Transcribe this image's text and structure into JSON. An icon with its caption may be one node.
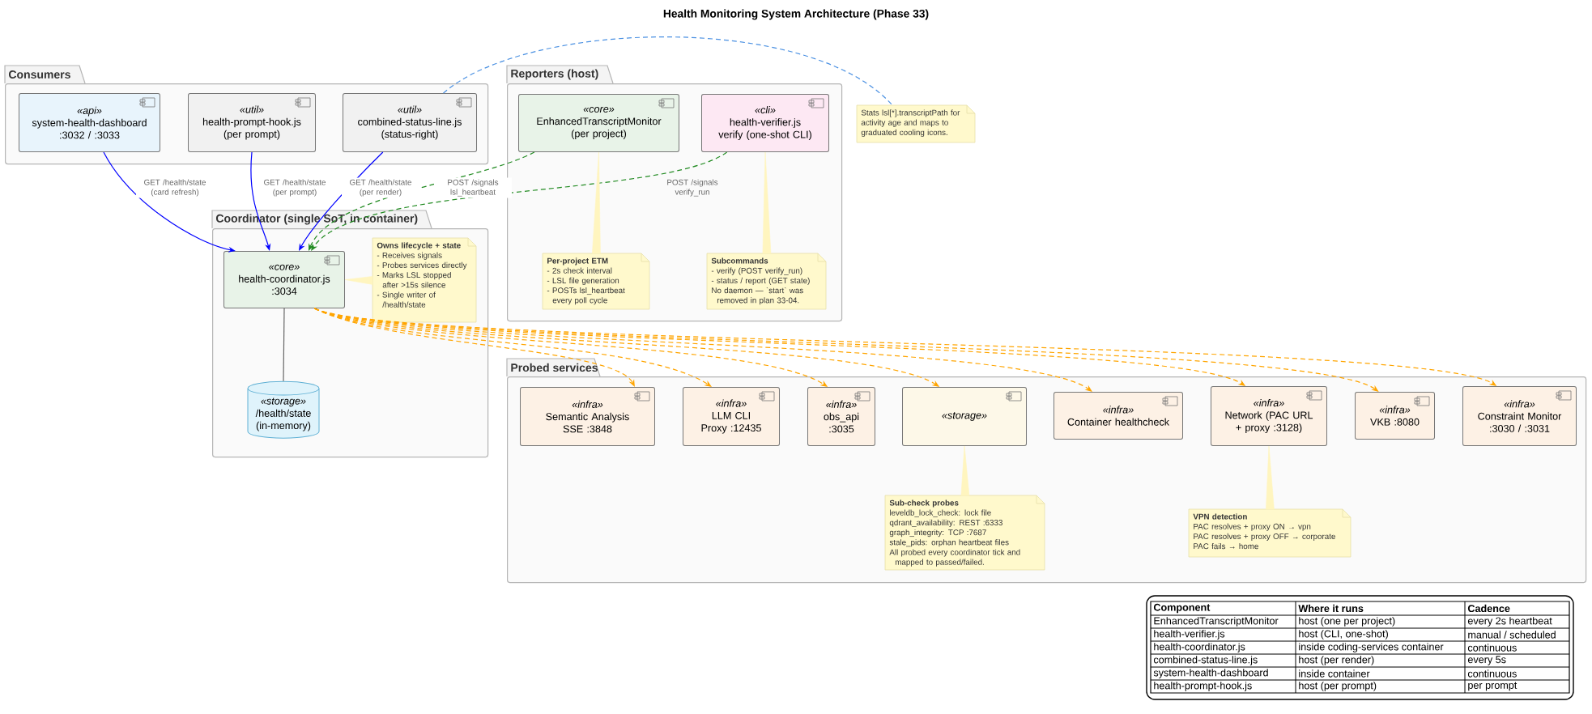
{
  "diagram": {
    "title": "Health Monitoring System Architecture (Phase 33)",
    "nodes": [
      {
        "text": [
          "Consumers"
        ]
      },
      {
        "text": [
          "«api»",
          "system-health-dashboard :3032 / :3033"
        ],
        "in": 0
      },
      {
        "text": [
          "«util»",
          "health-prompt-hook.js (per prompt)"
        ],
        "in": 0
      },
      {
        "text": [
          "«util»",
          "combined-status-line.js (status-right)"
        ],
        "in": 0
      },
      {
        "text": [
          "Reporters (host)"
        ]
      },
      {
        "text": [
          "«core»",
          "EnhancedTranscriptMonitor (per project)"
        ],
        "in": 4
      },
      {
        "text": [
          "«cli»",
          "health-verifier.js verify (one-shot CLI)"
        ],
        "in": 4
      },
      {
        "text": [
          "Per-project ETM",
          "- 2s check interval",
          "- LSL file generation",
          "- POSTs lsl_heartbeat every poll cycle"
        ],
        "in": 4
      },
      {
        "text": [
          "Subcommands",
          "- verify (POST verify_run)",
          "- status / report (GET state)",
          "No daemon — `start` was removed in plan 33-04."
        ],
        "in": 4
      },
      {
        "text": [
          "Stats lsl[*].transcriptPath for activity age and maps to graduated cooling icons."
        ]
      },
      {
        "text": [
          "Coordinator (single SoT, in container)"
        ]
      },
      {
        "text": [
          "«core»",
          "health-coordinator.js :3034"
        ],
        "in": 10
      },
      {
        "text": [
          "Owns lifecycle + state",
          "- Receives signals",
          "- Probes services directly",
          "- Marks LSL stopped after >15s silence",
          "- Single writer of /health/state"
        ],
        "in": 10
      },
      {
        "text": [
          "«storage»",
          "/health/state (in-memory)"
        ],
        "in": 10
      },
      {
        "text": [
          "Probed services"
        ]
      },
      {
        "text": [
          "«infra»",
          "Semantic Analysis SSE :3848"
        ],
        "in": 14
      },
      {
        "text": [
          "«infra»",
          "LLM CLI Proxy :12435"
        ],
        "in": 14
      },
      {
        "text": [
          "«infra»",
          "obs_api :3035"
        ],
        "in": 14
      },
      {
        "text": [
          "«storage»"
        ],
        "in": 14
      },
      {
        "text": [
          "«infra»",
          "Container healthcheck"
        ],
        "in": 14
      },
      {
        "text": [
          "«infra»",
          "Network (PAC URL + proxy :3128)"
        ],
        "in": 14
      },
      {
        "text": [
          "«infra»",
          "VKB :8080"
        ],
        "in": 14
      },
      {
        "text": [
          "«infra»",
          "Constraint Monitor :3030 / :3031"
        ],
        "in": 14
      },
      {
        "text": [
          "Sub-check probes",
          "leveldb_lock_check: lock file",
          "qdrant_availability: REST :6333",
          "graph_integrity: TCP :7687",
          "stale_pids: orphan heartbeat files",
          "All probed every coordinator tick and mapped to passed/failed."
        ],
        "in": 14
      },
      {
        "text": [
          "VPN detection",
          "PAC resolves + proxy ON → vpn",
          "PAC resolves + proxy OFF → corporate",
          "PAC fails → home"
        ],
        "in": 14
      }
    ],
    "edges": [
      {
        "from": 1,
        "to": 11,
        "arrow": "to",
        "label": "GET /health/state (card refresh)",
        "color": "#0000ff"
      },
      {
        "from": 2,
        "to": 11,
        "arrow": "to",
        "label": "GET /health/state (per prompt)",
        "color": "#0000ff"
      },
      {
        "from": 3,
        "to": 11,
        "arrow": "to",
        "label": "GET /health/state (per render)",
        "color": "#0000ff"
      },
      {
        "from": 5,
        "to": 11,
        "arrow": "to",
        "label": "POST /signals lsl_heartbeat",
        "style": "dashed",
        "color": "#228b22"
      },
      {
        "from": 6,
        "to": 11,
        "arrow": "to",
        "label": "POST /signals verify_run",
        "style": "dashed",
        "color": "#228b22"
      },
      {
        "from": 11,
        "to": 15,
        "arrow": "to",
        "style": "dashed",
        "color": "#ffa500"
      },
      {
        "from": 11,
        "to": 16,
        "arrow": "to",
        "style": "dashed",
        "color": "#ffa500"
      },
      {
        "from": 11,
        "to": 17,
        "arrow": "to",
        "style": "dashed",
        "color": "#ffa500"
      },
      {
        "from": 11,
        "to": 18,
        "arrow": "to",
        "style": "dashed",
        "color": "#ffa500"
      },
      {
        "from": 11,
        "to": 19,
        "arrow": "to",
        "style": "dashed",
        "color": "#ffa500"
      },
      {
        "from": 11,
        "to": 20,
        "arrow": "to",
        "style": "dashed",
        "color": "#ffa500"
      },
      {
        "from": 11,
        "to": 21,
        "arrow": "to",
        "style": "dashed",
        "color": "#ffa500"
      },
      {
        "from": 11,
        "to": 22,
        "arrow": "to",
        "style": "dashed",
        "color": "#ffa500"
      },
      {
        "from": 11,
        "to": 13,
        "arrow": "none",
        "color": "#666666"
      },
      {
        "from": 5,
        "to": 7,
        "arrow": "none",
        "color": "#fff5bf"
      },
      {
        "from": 6,
        "to": 8,
        "arrow": "none",
        "color": "#fff5bf"
      },
      {
        "from": 11,
        "to": 12,
        "arrow": "none",
        "color": "#fff5bf"
      },
      {
        "from": 18,
        "to": 23,
        "arrow": "none",
        "color": "#fff5bf"
      },
      {
        "from": 20,
        "to": 24,
        "arrow": "none",
        "color": "#fff5bf"
      },
      {
        "from": 3,
        "to": 9,
        "arrow": "none",
        "style": "dashed",
        "color": "#4a90e2"
      }
    ],
    "labels": [
      "Component",
      "Where it runs",
      "Cadence",
      "EnhancedTranscriptMonitor",
      "host (one per project)",
      "every 2s heartbeat",
      "health-verifier.js",
      "host (CLI, one-shot)",
      "manual / scheduled",
      "health-coordinator.js",
      "inside coding-services container",
      "continuous",
      "combined-status-line.js",
      "host (per render)",
      "every 5s",
      "system-health-dashboard",
      "inside container",
      "continuous",
      "health-prompt-hook.js",
      "host (per prompt)",
      "per prompt"
    ]
  }
}
